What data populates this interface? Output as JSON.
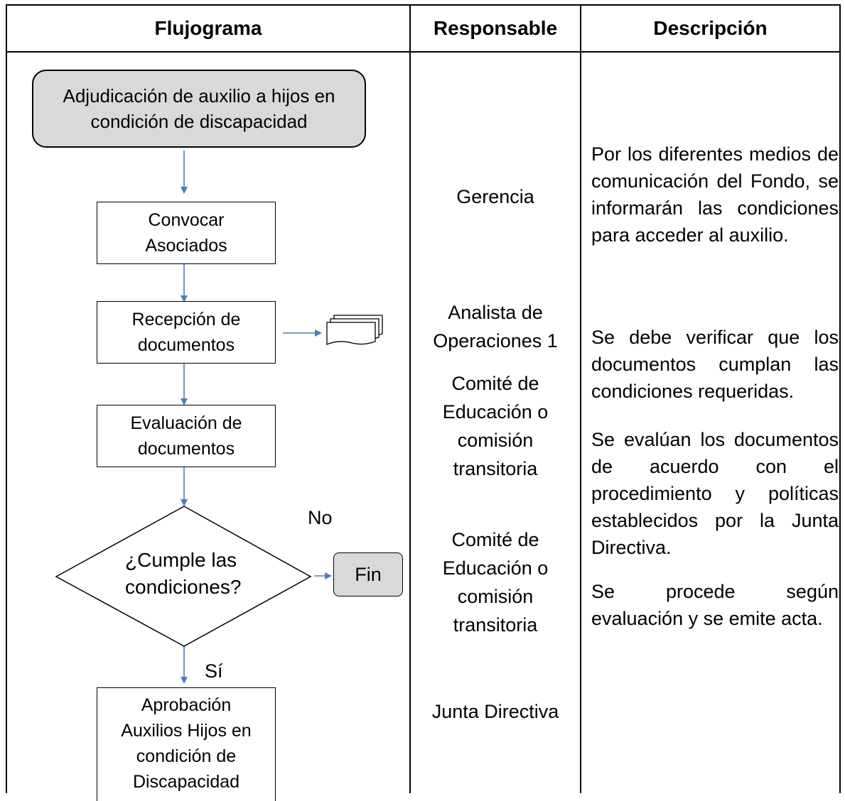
{
  "headers": {
    "flujograma": "Flujograma",
    "responsable": "Responsable",
    "descripcion": "Descripción"
  },
  "flow": {
    "start": "Adjudicación de auxilio a hijos en condición de discapacidad",
    "convocar": "Convocar Asociados",
    "recepcion": "Recepción de documentos",
    "evaluacion": "Evaluación de documentos",
    "decision": "¿Cumple las condiciones?",
    "no_label": "No",
    "si_label": "Sí",
    "fin": "Fin",
    "aprobacion": "Aprobación Auxilios Hijos en condición de Discapacidad"
  },
  "responsables": [
    "Gerencia",
    "Analista de Operaciones 1",
    "Comité de Educación o comisión transitoria",
    "Comité de Educación o comisión transitoria",
    "Junta Directiva"
  ],
  "descripciones": [
    "Por los diferentes medios de comunicación del Fondo, se informarán las condiciones para acceder al auxilio.",
    "Se debe verificar que los documentos cumplan las condiciones requeridas.",
    "Se evalúan los documentos de acuerdo con el procedimiento y políticas establecidos por la Junta Directiva.",
    "Se procede según evaluación y se emite acta."
  ],
  "colors": {
    "arrow": "#4a7ebb",
    "terminal_fill": "#d9d9d9",
    "border": "#000000"
  }
}
